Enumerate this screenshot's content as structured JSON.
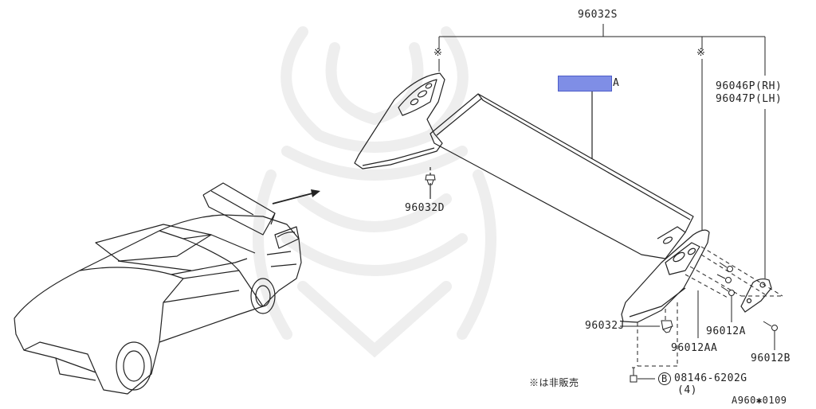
{
  "labels": {
    "assembly": "96032S",
    "mark_left": "※",
    "mark_right": "※",
    "side_rh": "96046P(RH)",
    "side_lh": "96047P(LH)",
    "callout_a": "A",
    "clip_upper": "96032D",
    "clip_lower": "96032J",
    "screw_a": "96012A",
    "part_aa": "96012AA",
    "screw_b": "96012B",
    "bolt_circle": "B",
    "bolt_code": "08146-6202G",
    "bolt_qty": "(4)",
    "note": "※は非販売",
    "diagram_id": "A960✱0109"
  },
  "colors": {
    "line": "#222222",
    "highlight": "#7f8ee6",
    "watermark": "#efefef"
  }
}
